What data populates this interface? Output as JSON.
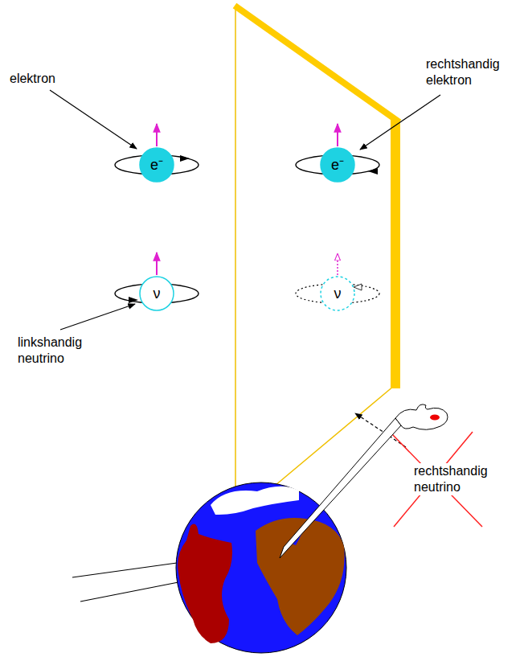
{
  "diagram": {
    "nodes": [
      {
        "text": [
          "e⁻"
        ]
      },
      {
        "text": [
          "e⁻"
        ]
      },
      {
        "text": [
          "ν"
        ]
      },
      {
        "text": [
          "ν"
        ]
      }
    ],
    "labels": [
      "elektron",
      "rechtshandig elektron",
      "linkshandig neutrino",
      "rechtshandig neutrino"
    ]
  }
}
